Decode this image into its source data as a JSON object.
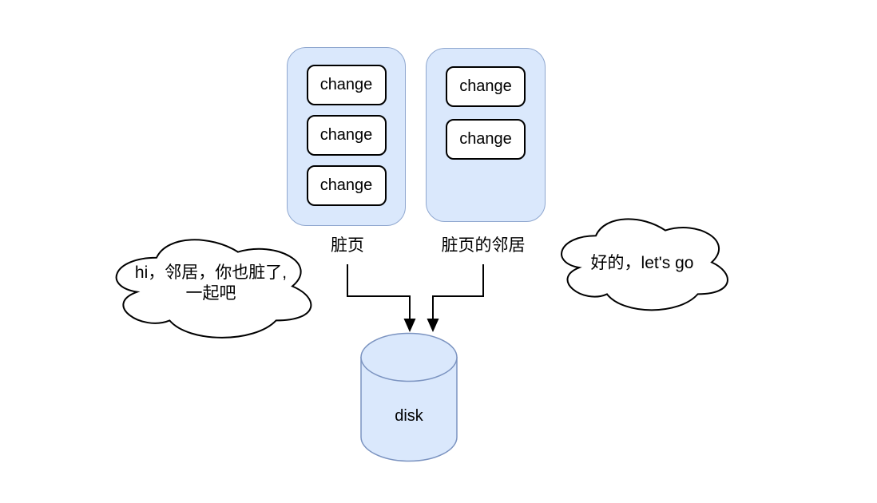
{
  "groups": [
    {
      "label": "脏页",
      "items": [
        "change",
        "change",
        "change"
      ]
    },
    {
      "label": "脏页的邻居",
      "items": [
        "change",
        "change"
      ]
    }
  ],
  "clouds": {
    "left": {
      "line1": "hi，邻居，你也脏了,",
      "line2": "一起吧"
    },
    "right": {
      "text": "好的，let's go"
    }
  },
  "disk": {
    "label": "disk"
  },
  "colors": {
    "page_background": "#ffffff",
    "container_fill": "#dae8fc",
    "container_stroke": "#8fa7cf",
    "box_fill": "#ffffff",
    "box_stroke": "#000000",
    "line_color": "#000000",
    "cloud_fill": "#ffffff",
    "cloud_stroke": "#000000",
    "disk_fill": "#dae8fc",
    "disk_stroke": "#7b93c0"
  }
}
